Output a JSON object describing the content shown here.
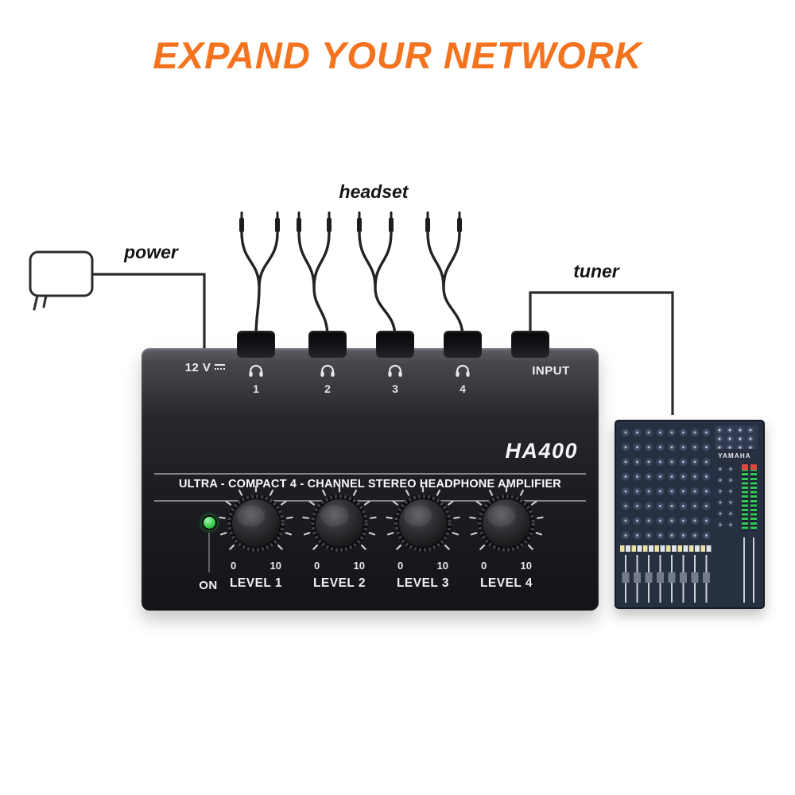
{
  "title": "EXPAND YOUR NETWORK",
  "connections": {
    "headset_label": "headset",
    "power_label": "power",
    "tuner_label": "tuner"
  },
  "amplifier": {
    "power_spec": "12 V",
    "input_label": "INPUT",
    "model": "HA400",
    "description": "ULTRA - COMPACT 4 - CHANNEL STEREO HEADPHONE AMPLIFIER",
    "power_switch_label": "ON",
    "channels": [
      {
        "number": "1",
        "level_label": "LEVEL 1",
        "scale_min": "0",
        "scale_max": "10"
      },
      {
        "number": "2",
        "level_label": "LEVEL 2",
        "scale_min": "0",
        "scale_max": "10"
      },
      {
        "number": "3",
        "level_label": "LEVEL 3",
        "scale_min": "0",
        "scale_max": "10"
      },
      {
        "number": "4",
        "level_label": "LEVEL 4",
        "scale_min": "0",
        "scale_max": "10"
      }
    ]
  },
  "mixer": {
    "brand": "YAMAHA"
  },
  "colors": {
    "accent_orange": "#F4731F",
    "device_black": "#1a1a20",
    "led_green": "#3ecf4e",
    "wire_black": "#232323"
  }
}
